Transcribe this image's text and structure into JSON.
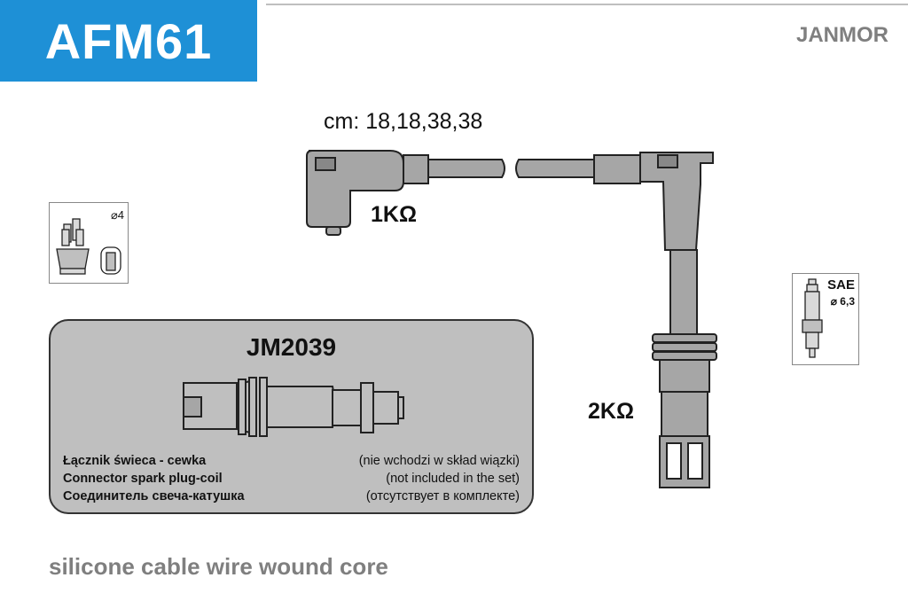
{
  "header": {
    "part_number": "AFM61",
    "brand": "JANMOR"
  },
  "cable": {
    "lengths": "cm: 18,18,38,38",
    "resistance_coil_end": "1KΩ",
    "resistance_plug_end": "2KΩ"
  },
  "distributor_icon": {
    "label": "⌀4"
  },
  "spark_plug_icon": {
    "label_top": "SAE",
    "label_bottom": "⌀ 6,3"
  },
  "connector_kit": {
    "code": "JM2039",
    "notes": [
      {
        "bold": "Łącznik świeca - cewka",
        "rest": "(nie wchodzi w skład wiązki)"
      },
      {
        "bold": "Connector spark plug-coil",
        "rest": "(not included in the set)"
      },
      {
        "bold": "Соединитель свеча-катушка",
        "rest": "(отсутствует в комплекте)"
      }
    ]
  },
  "footer": {
    "text": "silicone cable wire wound core"
  },
  "colors": {
    "badge": "#1e90d6",
    "part_fill": "#a6a6a6",
    "panel": "#bfbfbf",
    "outline": "#222222"
  }
}
